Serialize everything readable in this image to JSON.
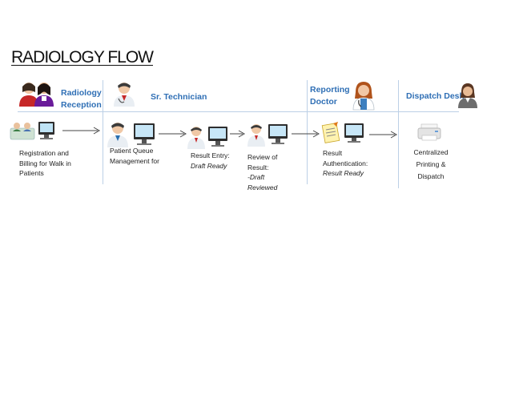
{
  "title": "RADIOLOGY FLOW",
  "roles": [
    {
      "id": "reception",
      "lines": [
        "Radiology",
        "Reception"
      ]
    },
    {
      "id": "technician",
      "lines": [
        "Sr. Technician"
      ]
    },
    {
      "id": "reporting",
      "lines": [
        "Reporting",
        "Doctor"
      ]
    },
    {
      "id": "dispatch",
      "lines": [
        "Dispatch Desk"
      ]
    }
  ],
  "steps": [
    {
      "id": "registration",
      "lines": [
        "Registration and",
        "Billing for Walk in",
        "Patients"
      ]
    },
    {
      "id": "queue",
      "lines": [
        "Patient Queue",
        "Management for"
      ]
    },
    {
      "id": "result-entry",
      "lines": [
        "Result Entry:"
      ],
      "italic": [
        "Draft Ready"
      ]
    },
    {
      "id": "review",
      "lines": [
        "Review of",
        "Result:"
      ],
      "italic": [
        "-Draft",
        "Reviewed"
      ]
    },
    {
      "id": "authentication",
      "lines": [
        "Result",
        "Authentication:"
      ],
      "italic": [
        "Result Ready"
      ]
    },
    {
      "id": "printing",
      "lines": [
        "Centralized",
        "Printing &",
        "Dispatch"
      ]
    }
  ],
  "colors": {
    "role_text": "#2f6fb5",
    "divider": "#bcd0e6"
  },
  "icons": {
    "reception": "two-receptionists-icon",
    "technician": "technician-icon",
    "reporting": "female-doctor-icon",
    "dispatch": "dispatch-person-icon",
    "registration": "desk-computer-icon",
    "queue": "technician-computer-icon",
    "result-entry": "technician-computer-icon",
    "review": "technician-computer-icon",
    "authentication": "document-computer-icon",
    "printing": "printer-icon"
  }
}
